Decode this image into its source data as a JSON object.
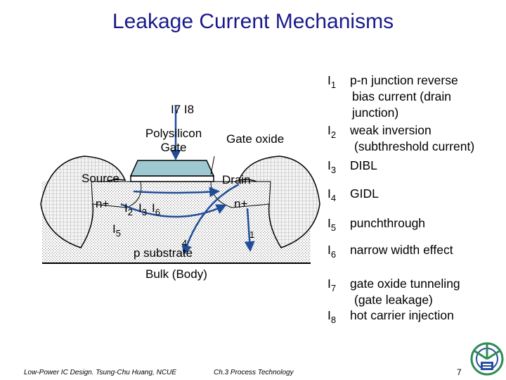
{
  "title": "Leakage Current Mechanisms",
  "diagram": {
    "gate_currents": "I7 I8",
    "gate_label": [
      "Polysilicon",
      "Gate"
    ],
    "gate_oxide": "Gate oxide",
    "source": "Source",
    "drain": "Drain",
    "n_plus_left": "n+",
    "n_plus_right": "n+",
    "i2": "I",
    "i2_sub": "2",
    "i3": "I",
    "i3_sub": "3",
    "i6": "I",
    "i6_sub": "6",
    "i5": "I",
    "i5_sub": "5",
    "i4_sub": "4",
    "i1_sub": "1",
    "substrate": "p substrate",
    "bulk": "Bulk (Body)"
  },
  "legend": [
    {
      "id": "I",
      "sub": "1",
      "lines": [
        "p-n junction reverse",
        "bias current (drain",
        "junction)"
      ]
    },
    {
      "id": "I",
      "sub": "2",
      "lines": [
        "weak inversion",
        "(subthreshold current)"
      ]
    },
    {
      "id": "I",
      "sub": "3",
      "lines": [
        "DIBL"
      ]
    },
    {
      "id": "I",
      "sub": "4",
      "lines": [
        "GIDL"
      ]
    },
    {
      "id": "I",
      "sub": "5",
      "lines": [
        "punchthrough"
      ]
    },
    {
      "id": "I",
      "sub": "6",
      "lines": [
        "narrow width effect"
      ]
    },
    {
      "id": "I",
      "sub": "7",
      "lines": [
        "gate oxide tunneling",
        "(gate leakage)"
      ]
    },
    {
      "id": "I",
      "sub": "8",
      "lines": [
        "hot carrier injection"
      ]
    }
  ],
  "footer": {
    "left": "Low-Power IC Design. Tsung-Chu Huang, NCUE",
    "center": "Ch.3 Process Technology",
    "page": "7"
  },
  "colors": {
    "title": "#1a1a8c",
    "gate": "#9ec9d2",
    "arrow": "#1f4d99",
    "logo_green": "#2e8b57",
    "logo_blue": "#2a4fa0"
  }
}
